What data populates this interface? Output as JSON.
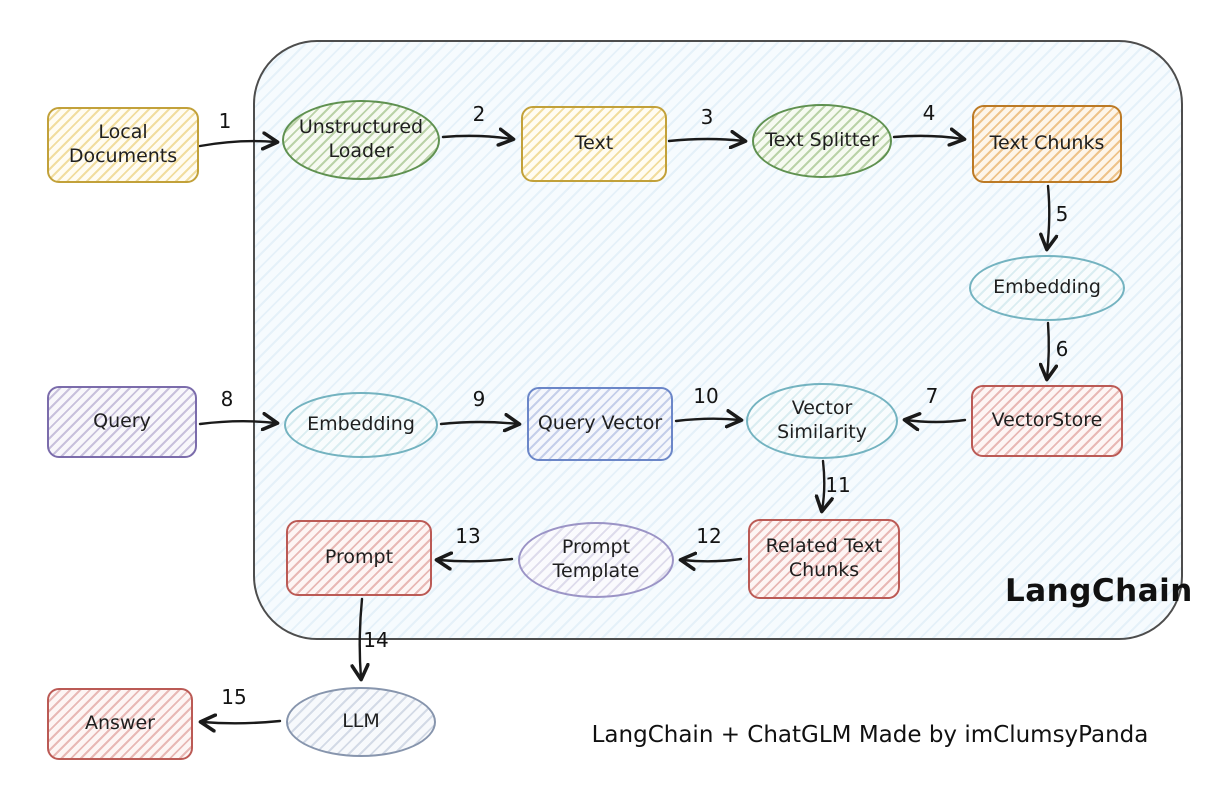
{
  "title": "LangChain",
  "caption": "LangChain + ChatGLM Made by imClumsyPanda",
  "nodes": {
    "local_documents": "Local Documents",
    "unstructured_loader": "Unstructured Loader",
    "text": "Text",
    "text_splitter": "Text Splitter",
    "text_chunks": "Text Chunks",
    "embedding_store": "Embedding",
    "vectorstore": "VectorStore",
    "query": "Query",
    "embedding_query": "Embedding",
    "query_vector": "Query Vector",
    "vector_similarity": "Vector Similarity",
    "related_text_chunks": "Related Text Chunks",
    "prompt_template": "Prompt Template",
    "prompt": "Prompt",
    "llm": "LLM",
    "answer": "Answer"
  },
  "edges": {
    "e1": "1",
    "e2": "2",
    "e3": "3",
    "e4": "4",
    "e5": "5",
    "e6": "6",
    "e7": "7",
    "e8": "8",
    "e9": "9",
    "e10": "10",
    "e11": "11",
    "e12": "12",
    "e13": "13",
    "e14": "14",
    "e15": "15"
  },
  "colors": {
    "container_fill": "#f6fbfe",
    "container_border": "#4d4d4d",
    "yellow": "#c2a13a",
    "green": "#5f9150",
    "orange": "#bc7a25",
    "teal": "#74b3c0",
    "red": "#bb5a55",
    "purple": "#7b6cab",
    "blue": "#6b86c8",
    "lavender": "#9b94c6",
    "slate": "#8795ad",
    "arrow": "#1a1a1a"
  }
}
